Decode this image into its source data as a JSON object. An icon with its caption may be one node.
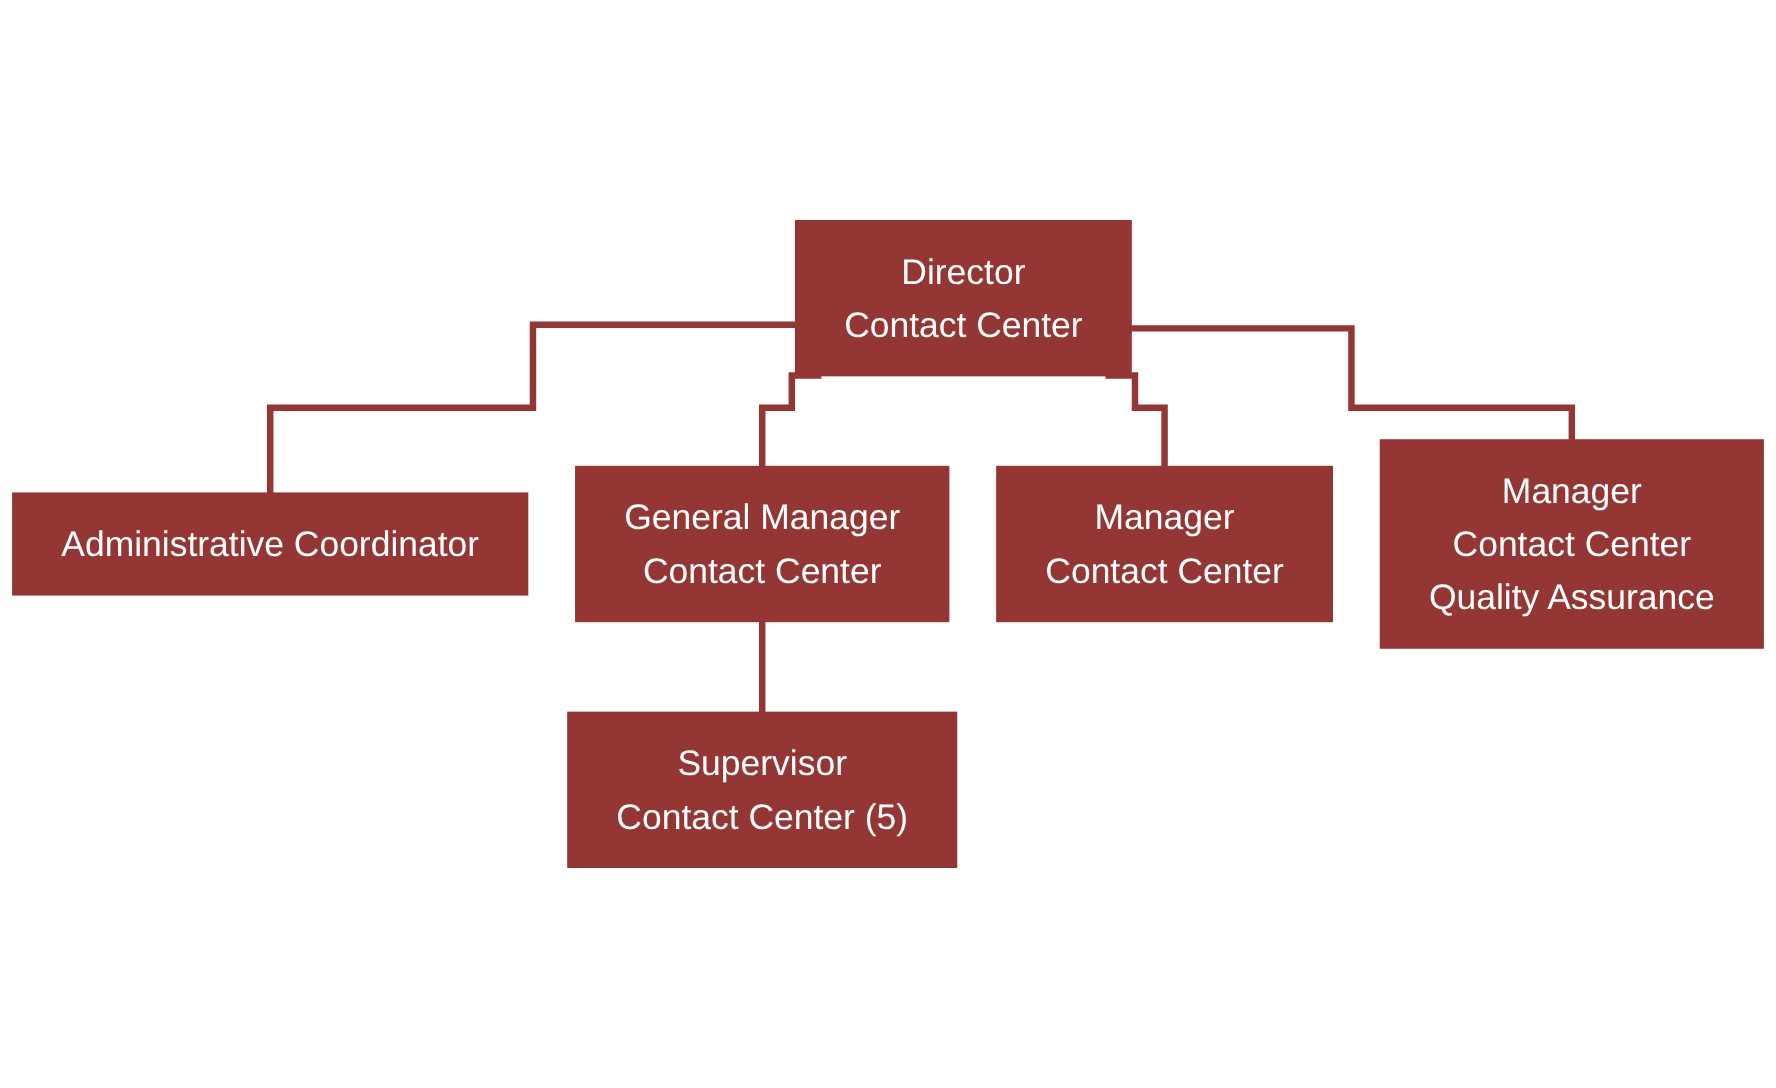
{
  "diagram": {
    "nodes": [
      {
        "text": [
          "Director",
          "Contact Center"
        ]
      },
      {
        "text": [
          "Administrative Coordinator"
        ]
      },
      {
        "text": [
          "General Manager",
          "Contact Center"
        ]
      },
      {
        "text": [
          "Manager",
          "Contact Center"
        ]
      },
      {
        "text": [
          "Manager",
          "Contact Center",
          "Quality Assurance"
        ]
      },
      {
        "text": [
          "Supervisor",
          "Contact Center (5)"
        ]
      }
    ],
    "edges": [
      {
        "from": 0,
        "to": 1,
        "arrow": "none"
      },
      {
        "from": 0,
        "to": 2,
        "arrow": "none"
      },
      {
        "from": 0,
        "to": 3,
        "arrow": "none"
      },
      {
        "from": 0,
        "to": 4,
        "arrow": "none"
      },
      {
        "from": 2,
        "to": 5,
        "arrow": "none"
      }
    ]
  }
}
